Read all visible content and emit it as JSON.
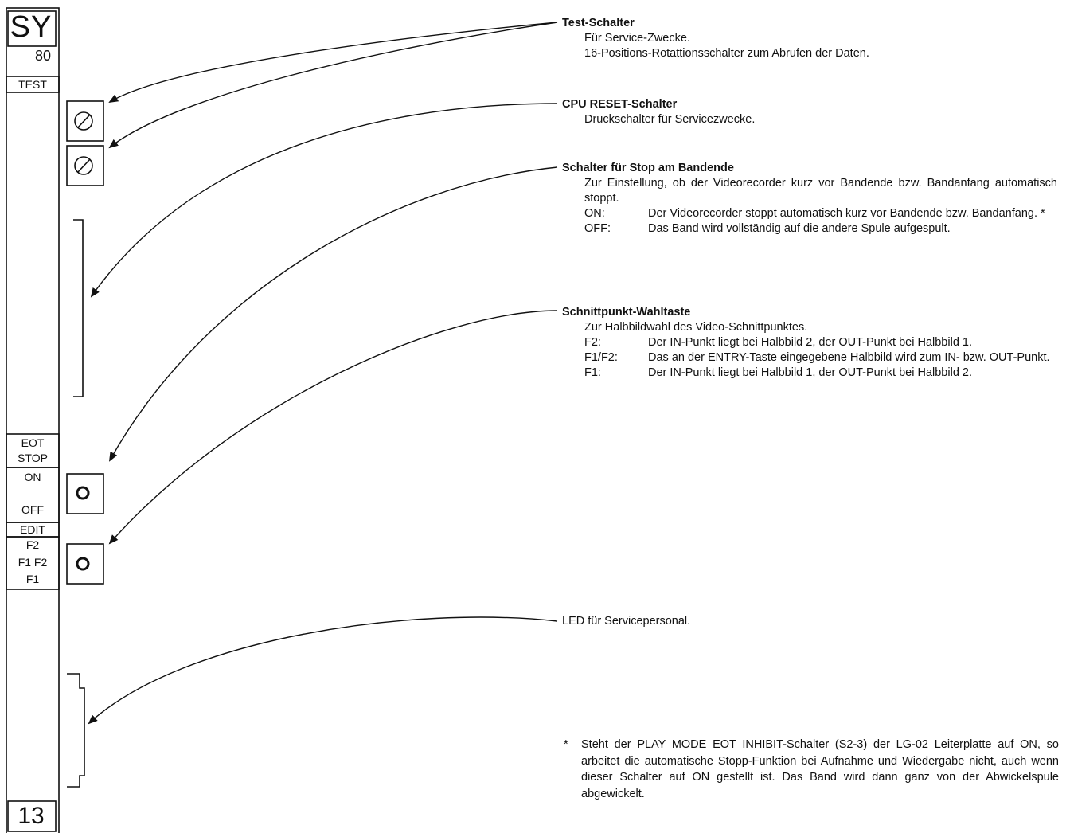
{
  "panel": {
    "module_label": "SY",
    "model_number": "80",
    "test_label": "TEST",
    "eot_label_1": "EOT",
    "eot_label_2": "STOP",
    "on_label": "ON",
    "off_label": "OFF",
    "edit_label": "EDIT",
    "f2_label": "F2",
    "f1f2_label": "F1 F2",
    "f1_label": "F1",
    "board_number": "13"
  },
  "annotations": {
    "test": {
      "title": "Test-Schalter",
      "line1": "Für Service-Zwecke.",
      "line2": "16-Positions-Rotattionsschalter zum Abrufen der Daten."
    },
    "cpu_reset": {
      "title": "CPU RESET-Schalter",
      "line1": "Druckschalter für Servicezwecke."
    },
    "eot": {
      "title": "Schalter für Stop am Bandende",
      "desc": "Zur Einstellung, ob der Videorecorder kurz vor Bandende bzw. Bandanfang automatisch stoppt.",
      "on_label": "ON:",
      "on_text": "Der Videorecorder stoppt automatisch kurz vor Bandende bzw. Bandanfang. *",
      "off_label": "OFF:",
      "off_text": "Das Band wird vollständig auf die andere Spule aufgespult."
    },
    "edit": {
      "title": "Schnittpunkt-Wahltaste",
      "desc": "Zur Halbbildwahl des Video-Schnittpunktes.",
      "f2_label": "F2:",
      "f2_text": "Der IN-Punkt liegt bei Halbbild 2, der OUT-Punkt bei Halbbild 1.",
      "f1f2_label": "F1/F2:",
      "f1f2_text": "Das an der ENTRY-Taste eingegebene Halbbild wird zum IN- bzw. OUT-Punkt.",
      "f1_label": "F1:",
      "f1_text": "Der IN-Punkt liegt bei Halbbild 1, der OUT-Punkt bei Halbbild 2."
    },
    "led": {
      "title": "LED für Servicepersonal."
    }
  },
  "footnote": {
    "star": "*",
    "text": "Steht der PLAY MODE EOT INHIBIT-Schalter (S2-3) der LG-02 Leiterplatte auf ON, so arbeitet die automatische Stopp-Funktion bei Aufnahme und Wiedergabe nicht, auch wenn dieser Schalter auf ON gestellt ist. Das Band wird dann ganz von der Abwickelspule abgewickelt."
  }
}
